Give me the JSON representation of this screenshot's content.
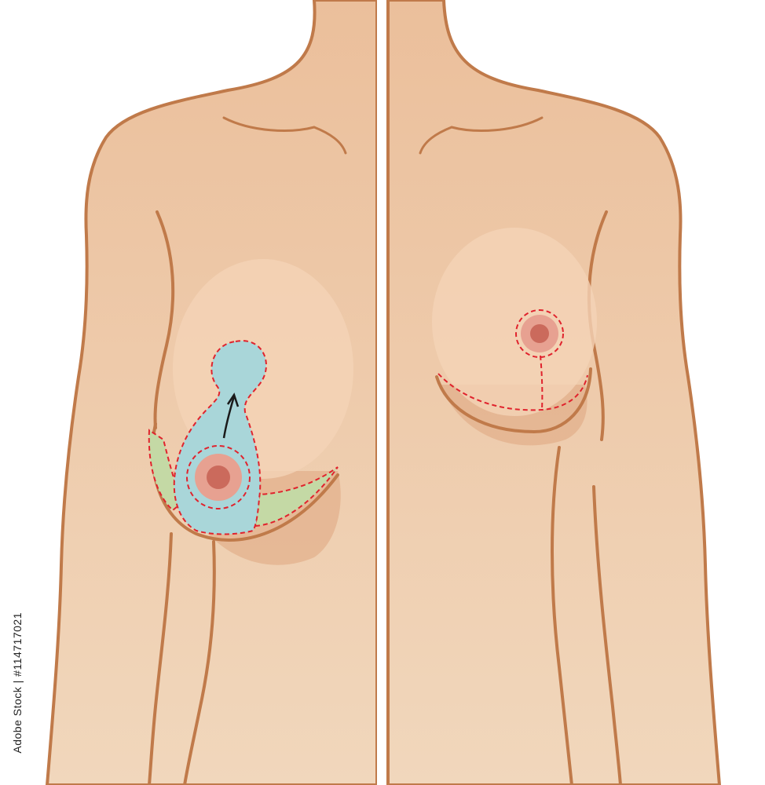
{
  "image_id_text": "Adobe Stock | #114717021",
  "watermark_text": "Adobe Stock",
  "palette": {
    "skin": "#eec5a2",
    "skin_light": "#f4d3b6",
    "skin_shadow": "#dea57f",
    "outline": "#c07a4a",
    "areola": "#e7a191",
    "nipple": "#cb6a5c",
    "incision": "#e0232d",
    "tissue_removed": "#c4d9a5",
    "skin_flap": "#a9d6d9",
    "arrow": "#1a1a1a"
  },
  "panels": [
    {
      "name": "before-surgical-markings",
      "icons": [
        "skin-flap-area",
        "excised-tissue-area",
        "nipple-relocation-arrow"
      ]
    },
    {
      "name": "after-surgery-result",
      "icons": [
        "anchor-incision-scar"
      ]
    }
  ]
}
